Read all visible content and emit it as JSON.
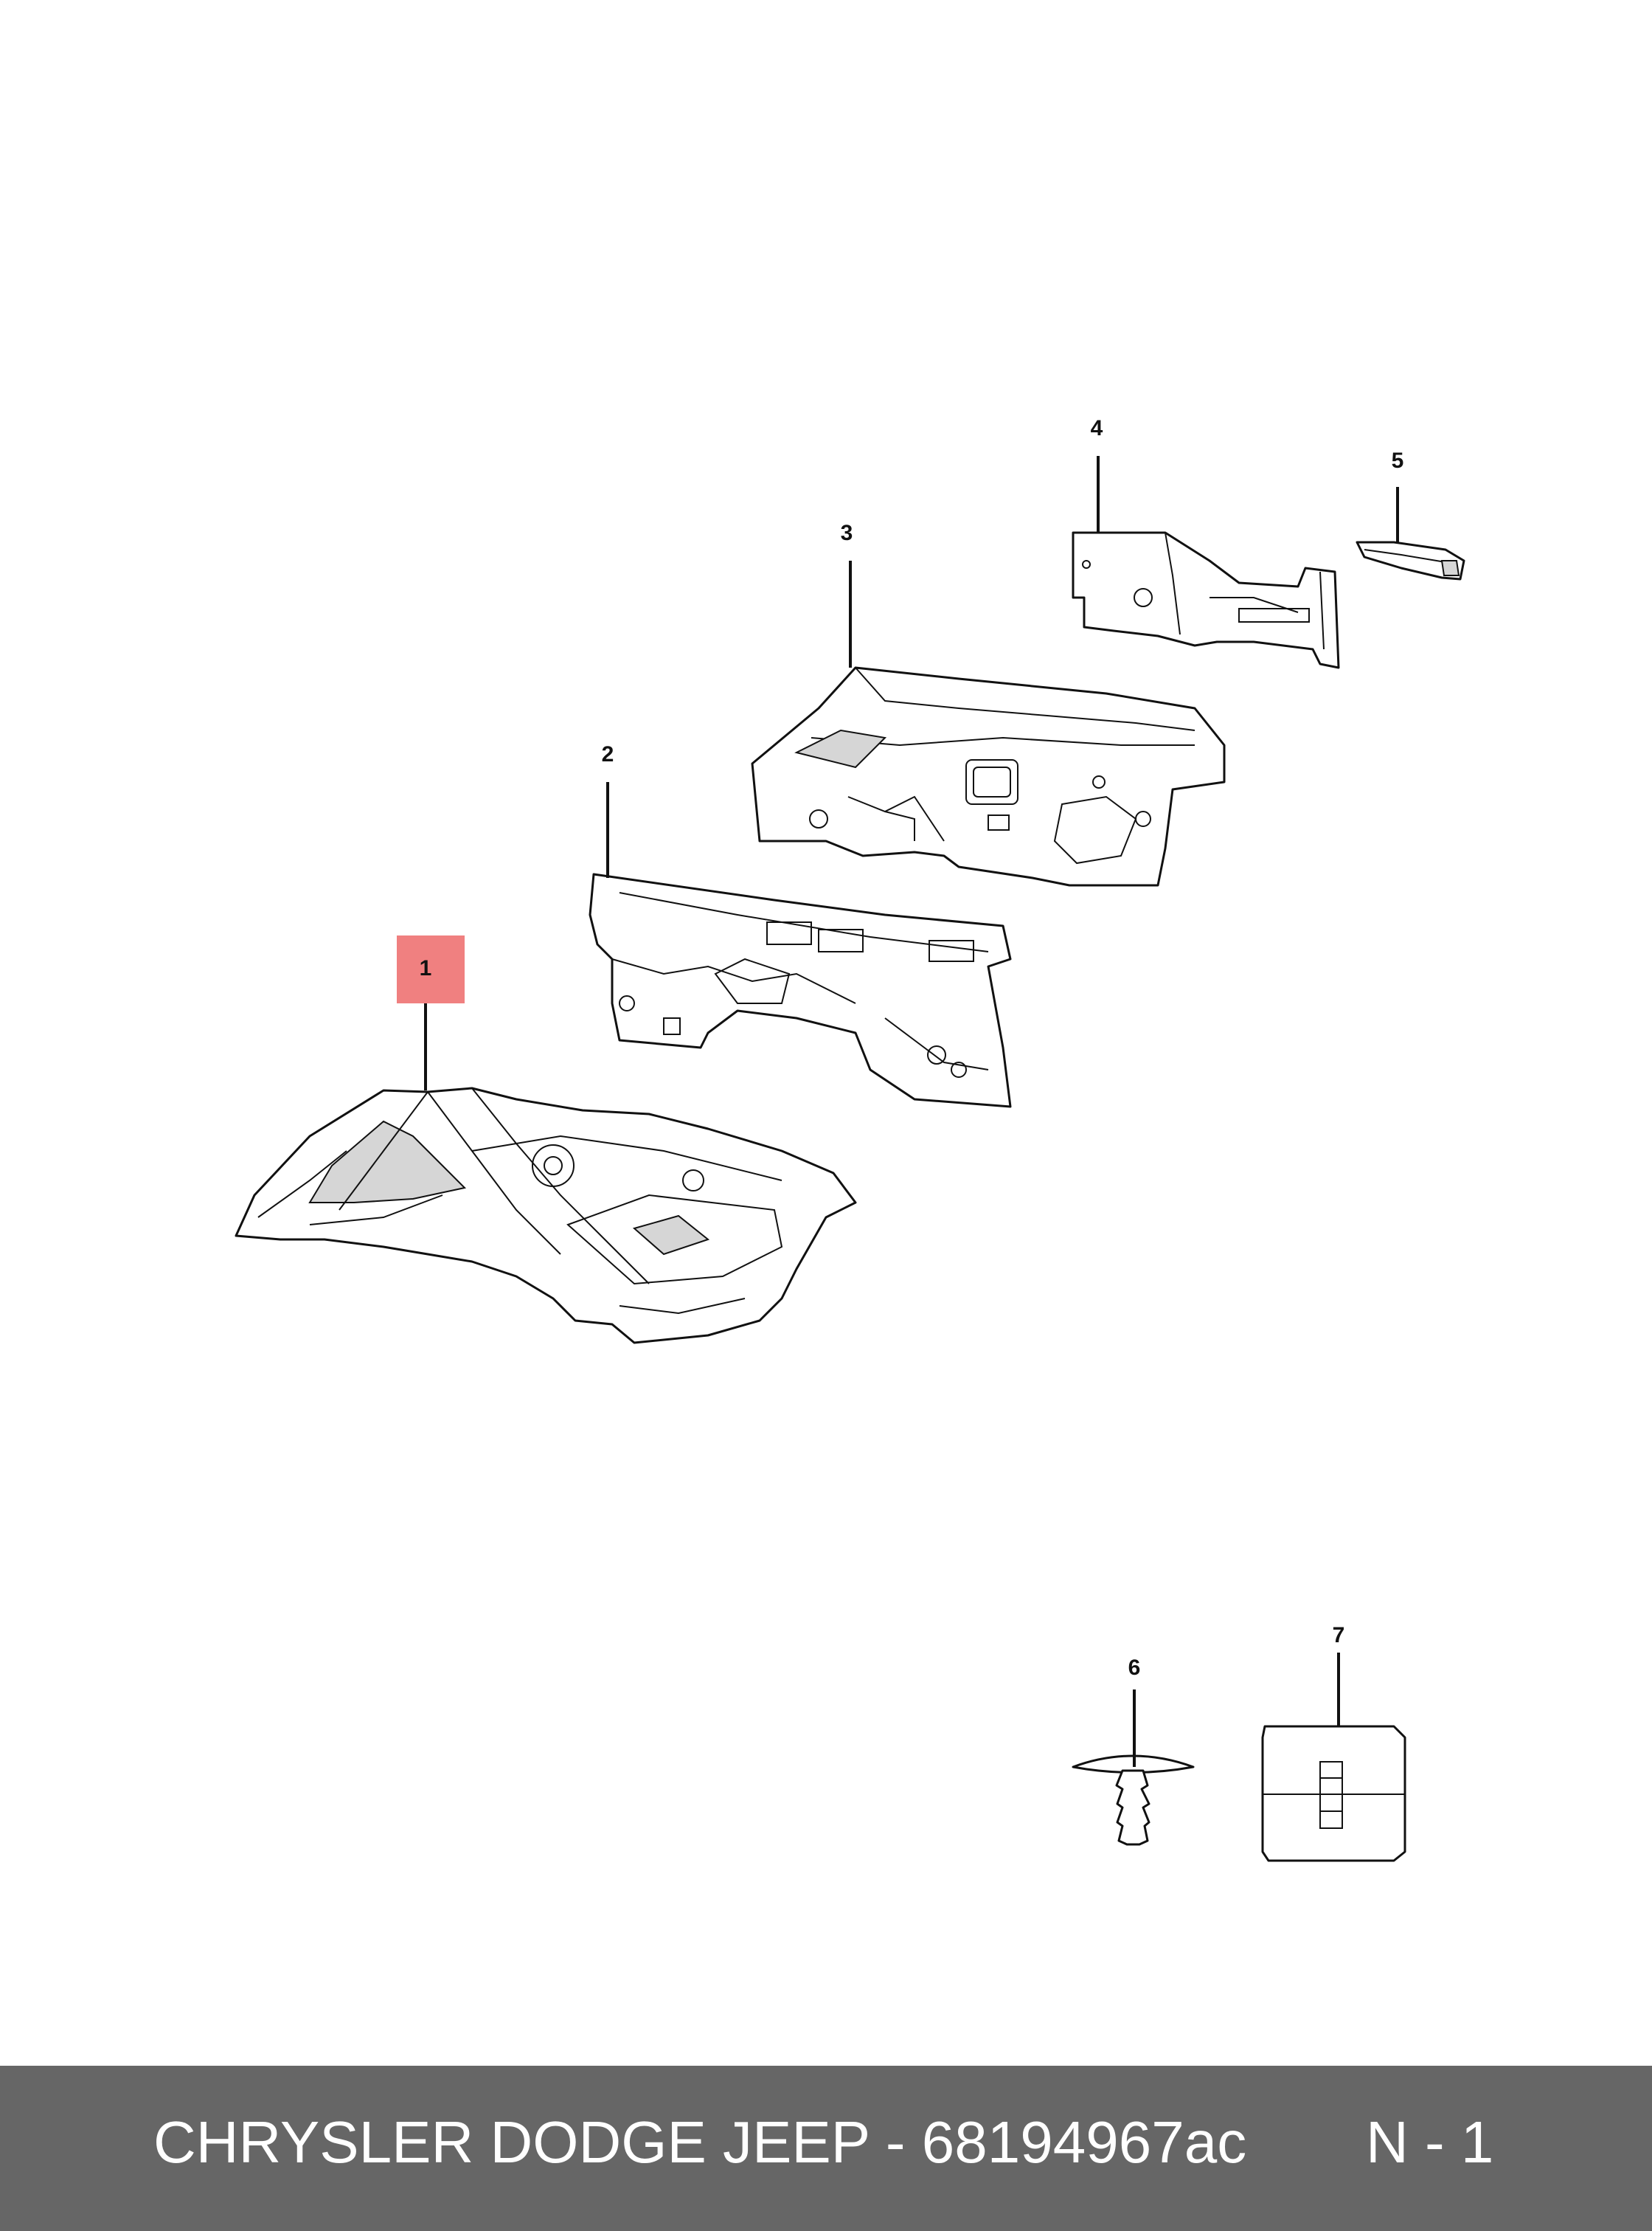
{
  "callouts": {
    "c1": "1",
    "c2": "2",
    "c3": "3",
    "c4": "4",
    "c5": "5",
    "c6": "6",
    "c7": "7"
  },
  "highlight_color": "#f08080",
  "footer": {
    "title": "CHRYSLER DODGE JEEP - 68194967ac",
    "page": "N - 1",
    "background": "#666666"
  }
}
